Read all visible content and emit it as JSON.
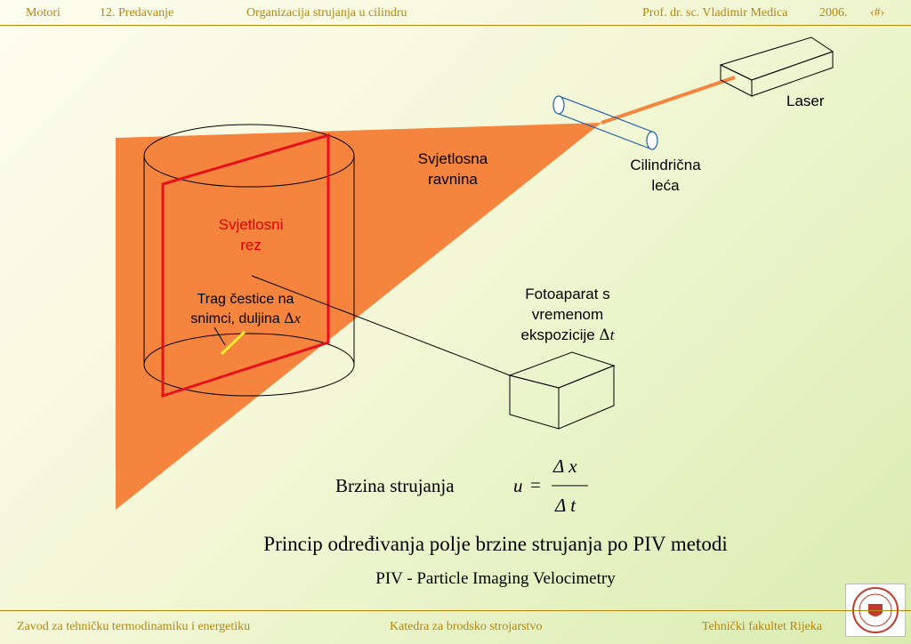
{
  "header": {
    "course": "Motori",
    "lecture": "12. Predavanje",
    "topic": "Organizacija strujanja u cilindru",
    "author": "Prof. dr. sc. Vladimir Medica",
    "year": "2006.",
    "slide_number": "‹#›"
  },
  "diagram": {
    "laser_label": "Laser",
    "lens_label_line1": "Cilindrična",
    "lens_label_line2": "leća",
    "light_plane_line1": "Svjetlosna",
    "light_plane_line2": "ravnina",
    "light_slice_line1": "Svjetlosni",
    "light_slice_line2": "rez",
    "trace_line1": "Trag čestice na",
    "trace_line2_prefix": "snimci, duljina ",
    "trace_delta": "Δ",
    "trace_var": "x",
    "camera_line1": "Fotoaparat s",
    "camera_line2": "vremenom",
    "camera_line3_prefix": "ekspozicije ",
    "camera_delta": "Δ",
    "camera_var": "t"
  },
  "formula": {
    "label": "Brzina strujanja",
    "lhs": "u",
    "equals": "=",
    "numerator": "Δ x",
    "denominator": "Δ t"
  },
  "title": "Princip određivanja polje brzine strujanja po PIV metodi",
  "subtitle": "PIV - Particle Imaging Velocimetry",
  "footer": {
    "left": "Zavod za tehničku termodinamiku i energetiku",
    "center": "Katedra za brodsko strojarstvo",
    "right": "Tehnički fakultet Rijeka"
  },
  "colors": {
    "accent": "#b8860b",
    "light_plane": "#f5843f",
    "slice": "#e8101a",
    "trace": "#ffee33"
  }
}
